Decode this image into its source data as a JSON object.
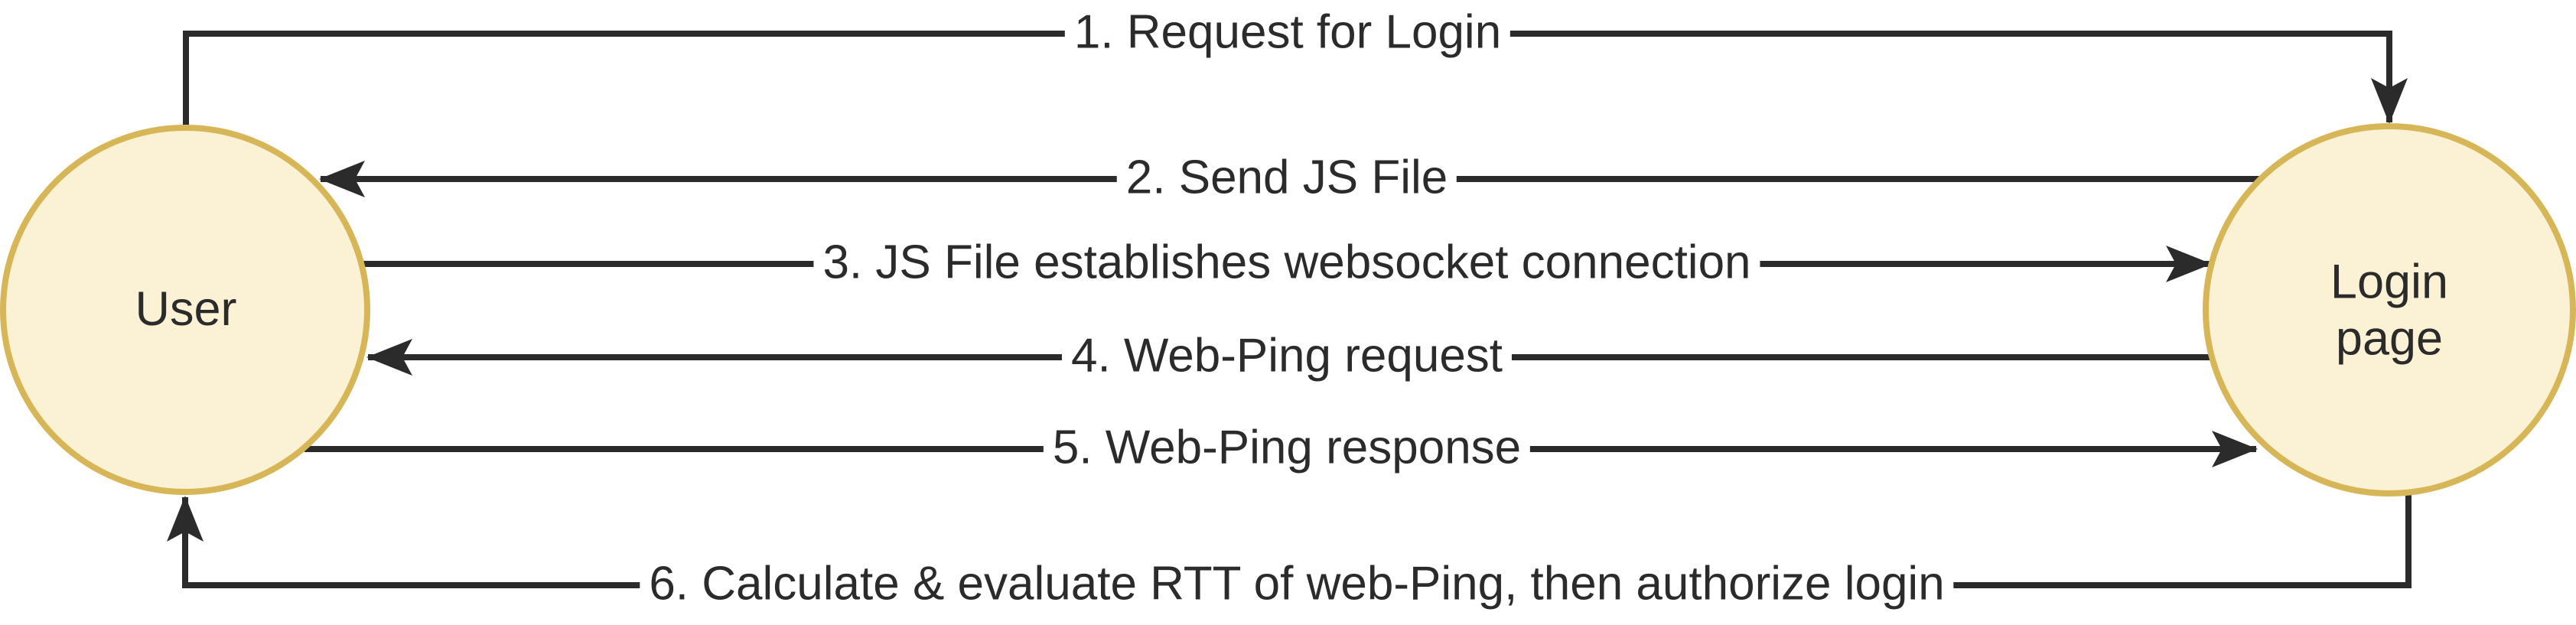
{
  "diagram": {
    "type": "sequence-flow",
    "colors": {
      "background": "#ffffff",
      "node_fill": "#FBF2D5",
      "node_stroke": "#D6B656",
      "line": "#2B2B2B",
      "text": "#2B2B2B"
    },
    "nodes": [
      {
        "id": "user",
        "label": "User"
      },
      {
        "id": "login-page",
        "label": "Login\npage"
      }
    ],
    "messages": [
      {
        "step": 1,
        "from": "user",
        "to": "login-page",
        "label": "1. Request for Login"
      },
      {
        "step": 2,
        "from": "login-page",
        "to": "user",
        "label": "2. Send JS File"
      },
      {
        "step": 3,
        "from": "user",
        "to": "login-page",
        "label": "3. JS File establishes websocket connection"
      },
      {
        "step": 4,
        "from": "login-page",
        "to": "user",
        "label": "4. Web-Ping request"
      },
      {
        "step": 5,
        "from": "user",
        "to": "login-page",
        "label": "5. Web-Ping response"
      },
      {
        "step": 6,
        "from": "login-page",
        "to": "user",
        "label": "6. Calculate & evaluate RTT of web-Ping, then authorize login"
      }
    ]
  }
}
